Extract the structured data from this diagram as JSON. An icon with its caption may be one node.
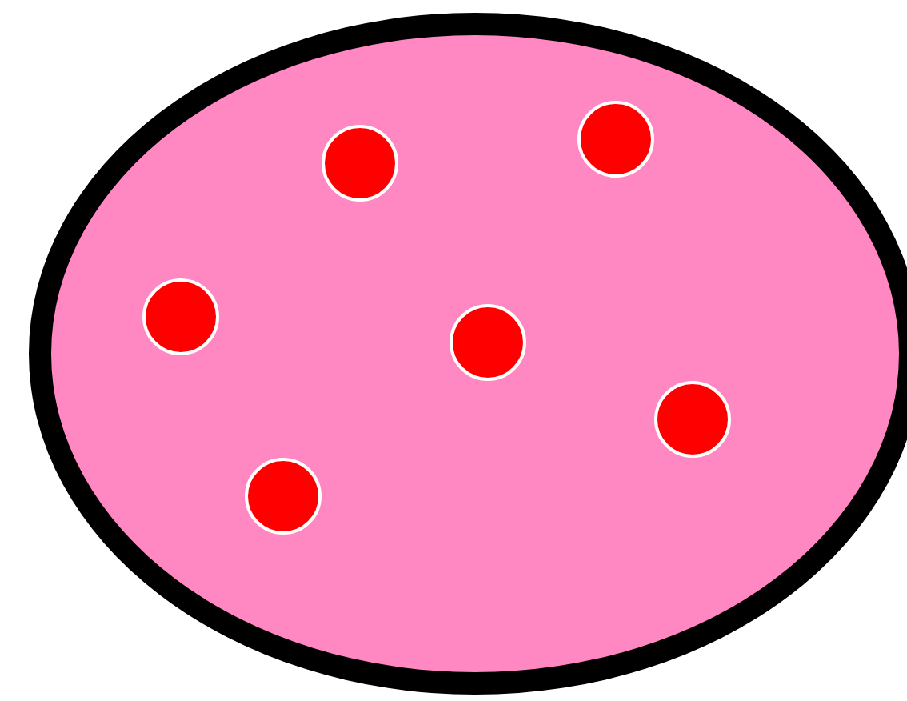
{
  "diagram": {
    "nodes": [
      {
        "text": [],
        "shape": "ellipse"
      },
      {
        "text": [],
        "shape": "circle",
        "in": 0
      },
      {
        "text": [],
        "shape": "circle",
        "in": 0
      },
      {
        "text": [],
        "shape": "circle",
        "in": 0
      },
      {
        "text": [],
        "shape": "circle",
        "in": 0
      },
      {
        "text": [],
        "shape": "circle",
        "in": 0
      },
      {
        "text": [],
        "shape": "circle",
        "in": 0
      }
    ]
  }
}
